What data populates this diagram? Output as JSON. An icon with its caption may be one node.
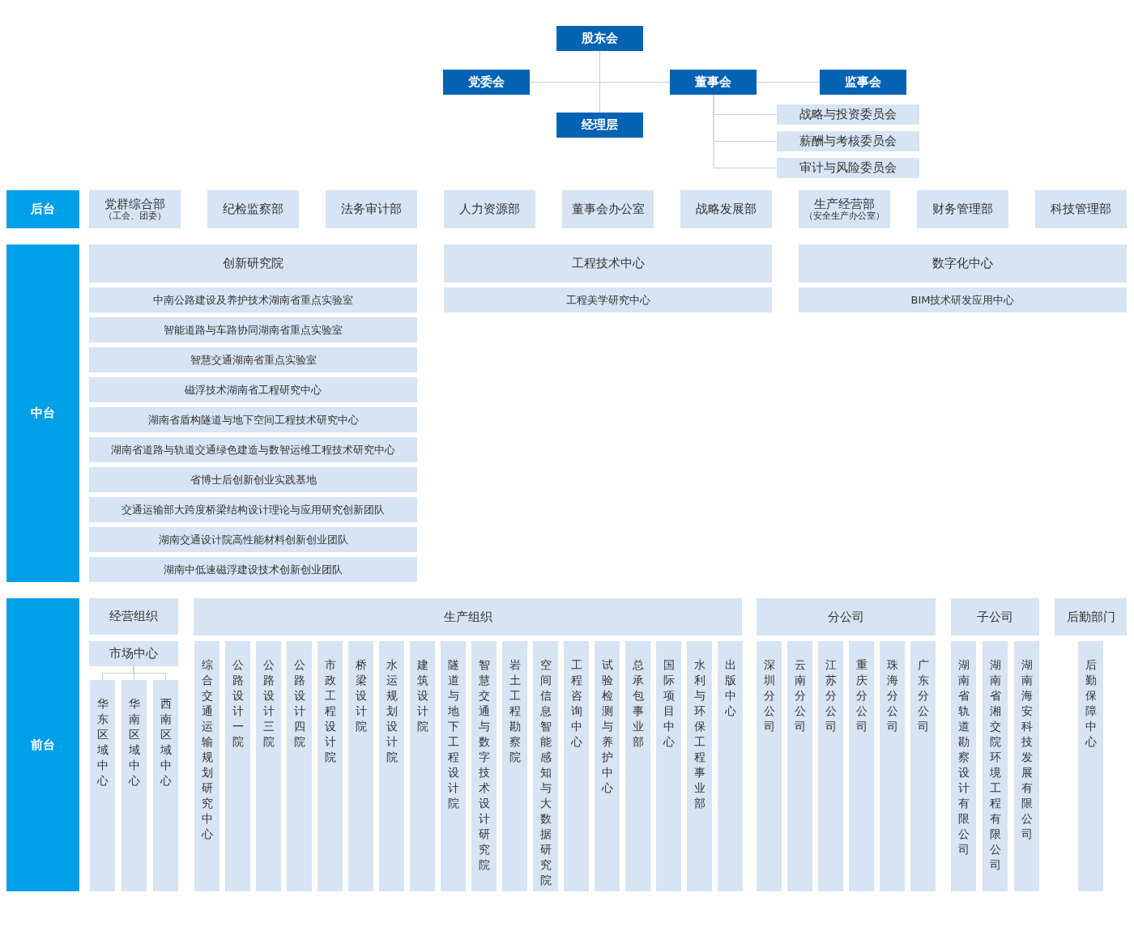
{
  "diagram": {
    "nodes": [
      {
        "text": [
          "股东会"
        ]
      },
      {
        "text": [
          "党委会"
        ]
      },
      {
        "text": [
          "董事会"
        ]
      },
      {
        "text": [
          "监事会"
        ]
      },
      {
        "text": [
          "经理层"
        ]
      },
      {
        "text": [
          "战略与投资委员会"
        ]
      },
      {
        "text": [
          "薪酬与考核委员会"
        ]
      },
      {
        "text": [
          "审计与风险委员会"
        ]
      },
      {
        "text": [
          "后台"
        ]
      },
      {
        "text": [
          "党群综合部",
          "（工会、团委）"
        ]
      },
      {
        "text": [
          "纪检监察部"
        ]
      },
      {
        "text": [
          "法务审计部"
        ]
      },
      {
        "text": [
          "人力资源部"
        ]
      },
      {
        "text": [
          "董事会办公室"
        ]
      },
      {
        "text": [
          "战略发展部"
        ]
      },
      {
        "text": [
          "生产经营部",
          "（安全生产办公室）"
        ]
      },
      {
        "text": [
          "财务管理部"
        ]
      },
      {
        "text": [
          "科技管理部"
        ]
      },
      {
        "text": [
          "中台"
        ]
      },
      {
        "text": [
          "创新研究院"
        ]
      },
      {
        "text": [
          "中南公路建设及养护技术湖南省重点实验室"
        ]
      },
      {
        "text": [
          "智能道路与车路协同湖南省重点实验室"
        ]
      },
      {
        "text": [
          "智慧交通湖南省重点实验室"
        ]
      },
      {
        "text": [
          "磁浮技术湖南省工程研究中心"
        ]
      },
      {
        "text": [
          "湖南省盾构隧道与地下空间工程技术研究中心"
        ]
      },
      {
        "text": [
          "湖南省道路与轨道交通绿色建造与数智运维工程技术研究中心"
        ]
      },
      {
        "text": [
          "省博士后创新创业实践基地"
        ]
      },
      {
        "text": [
          "交通运输部大跨度桥梁结构设计理论与应用研究创新团队"
        ]
      },
      {
        "text": [
          "湖南交通设计院高性能材料创新创业团队"
        ]
      },
      {
        "text": [
          "湖南中低速磁浮建设技术创新创业团队"
        ]
      },
      {
        "text": [
          "工程技术中心"
        ]
      },
      {
        "text": [
          "工程美学研究中心"
        ]
      },
      {
        "text": [
          "数字化中心"
        ]
      },
      {
        "text": [
          "BIM技术研发应用中心"
        ]
      },
      {
        "text": [
          "前台"
        ]
      },
      {
        "text": [
          "经营组织"
        ]
      },
      {
        "text": [
          "市场中心"
        ]
      },
      {
        "text": [
          "华东区域中心"
        ]
      },
      {
        "text": [
          "华南区域中心"
        ]
      },
      {
        "text": [
          "西南区域中心"
        ]
      },
      {
        "text": [
          "生产组织"
        ]
      },
      {
        "text": [
          "综合交通运输规划研究中心"
        ]
      },
      {
        "text": [
          "公路设计一院"
        ]
      },
      {
        "text": [
          "公路设计三院"
        ]
      },
      {
        "text": [
          "公路设计四院"
        ]
      },
      {
        "text": [
          "市政工程设计院"
        ]
      },
      {
        "text": [
          "桥梁设计院"
        ]
      },
      {
        "text": [
          "水运规划设计院"
        ]
      },
      {
        "text": [
          "建筑设计院"
        ]
      },
      {
        "text": [
          "隧道与地下工程设计院"
        ]
      },
      {
        "text": [
          "智慧交通与数字技术设计研究院"
        ]
      },
      {
        "text": [
          "岩土工程勘察院"
        ]
      },
      {
        "text": [
          "空间信息智能感知与大数据研究院"
        ]
      },
      {
        "text": [
          "工程咨询中心"
        ]
      },
      {
        "text": [
          "试验检测与养护中心"
        ]
      },
      {
        "text": [
          "总承包事业部"
        ]
      },
      {
        "text": [
          "国际项目中心"
        ]
      },
      {
        "text": [
          "水利与环保工程事业部"
        ]
      },
      {
        "text": [
          "出版中心"
        ]
      },
      {
        "text": [
          "分公司"
        ]
      },
      {
        "text": [
          "深圳分公司"
        ]
      },
      {
        "text": [
          "云南分公司"
        ]
      },
      {
        "text": [
          "江苏分公司"
        ]
      },
      {
        "text": [
          "重庆分公司"
        ]
      },
      {
        "text": [
          "珠海分公司"
        ]
      },
      {
        "text": [
          "广东分公司"
        ]
      },
      {
        "text": [
          "子公司"
        ]
      },
      {
        "text": [
          "湖南省轨道勘察设计有限公司"
        ]
      },
      {
        "text": [
          "湖南省湘交院环境工程有限公司"
        ]
      },
      {
        "text": [
          "湖南海安科技发展有限公司"
        ]
      },
      {
        "text": [
          "后勤部门"
        ]
      },
      {
        "text": [
          "后勤保障中心"
        ]
      }
    ],
    "edges": [
      {
        "from": 0,
        "to": 4,
        "arrow": "none"
      },
      {
        "from": 1,
        "to": 2,
        "arrow": "none"
      },
      {
        "from": 2,
        "to": 3,
        "arrow": "none"
      },
      {
        "from": 2,
        "to": 5,
        "arrow": "none"
      },
      {
        "from": 2,
        "to": 6,
        "arrow": "none"
      },
      {
        "from": 2,
        "to": 7,
        "arrow": "none"
      },
      {
        "from": 36,
        "to": 37,
        "arrow": "none"
      },
      {
        "from": 36,
        "to": 38,
        "arrow": "none"
      },
      {
        "from": 36,
        "to": 39,
        "arrow": "none"
      }
    ]
  }
}
